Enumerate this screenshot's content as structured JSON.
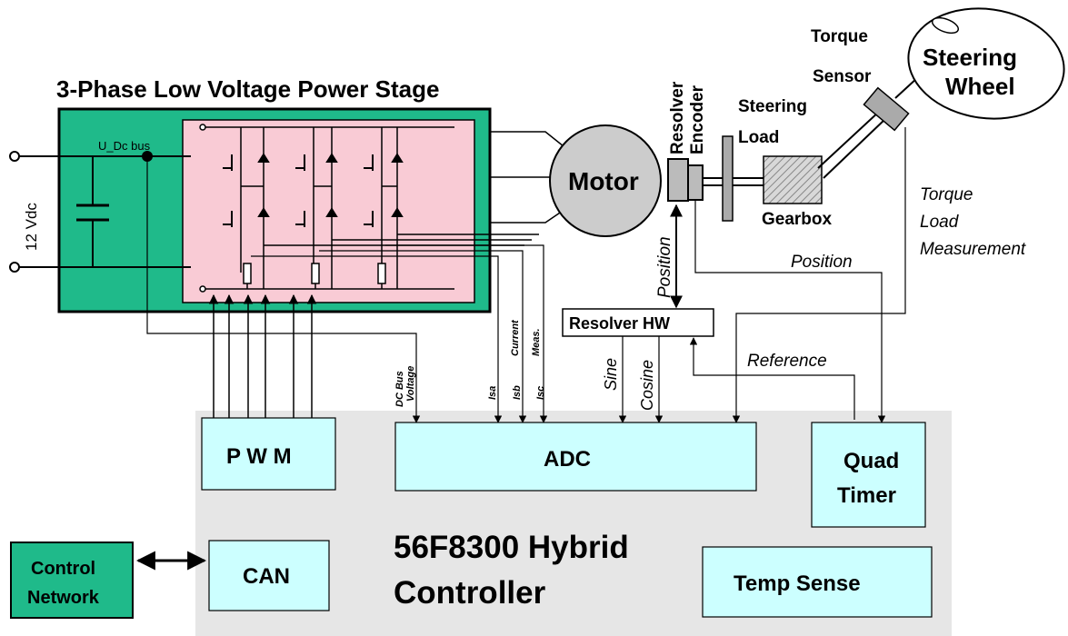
{
  "title": "3-Phase Low Voltage Power Stage",
  "power_stage": {
    "supply": "12 Vdc",
    "bus": "U_Dc bus"
  },
  "motor": "Motor",
  "resolver": "Resolver",
  "encoder": "Encoder",
  "torque_sensor": [
    "Torque",
    "Sensor"
  ],
  "steering_wheel": [
    "Steering",
    "Wheel"
  ],
  "steering_load": [
    "Steering",
    "Load"
  ],
  "gearbox": "Gearbox",
  "torque_load": [
    "Torque",
    "Load",
    "Measurement"
  ],
  "position_label": "Position",
  "position_vertical": "Position",
  "resolver_hw": "Resolver HW",
  "reference": "Reference",
  "sine": "Sine",
  "cosine": "Cosine",
  "dc_bus_voltage": [
    "DC Bus",
    "Voltage"
  ],
  "current_meas": [
    "Current",
    "Meas."
  ],
  "isa": "Isa",
  "isb": "Isb",
  "isc": "Isc",
  "controller": {
    "name": [
      "56F8300 Hybrid",
      "Controller"
    ],
    "pwm": "P W M",
    "adc": "ADC",
    "quad_timer": [
      "Quad",
      "Timer"
    ],
    "can": "CAN",
    "temp_sense": "Temp Sense"
  },
  "control_network": [
    "Control",
    "Network"
  ],
  "colors": {
    "green": "#1fba8a",
    "pink": "#f9cbd5",
    "cyan": "#ccffff",
    "grey": "#e6e6e6",
    "motor": "#cccccc"
  }
}
